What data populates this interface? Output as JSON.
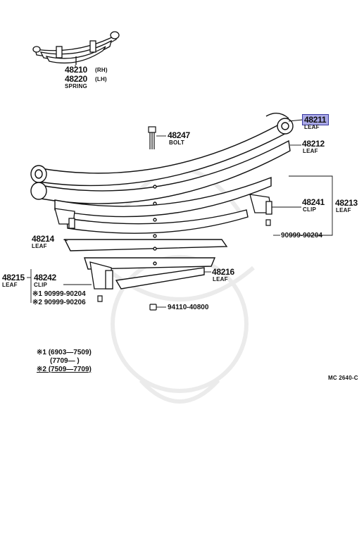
{
  "parts": {
    "spring_rh": "48210",
    "spring_rh_side": "(RH)",
    "spring_lh": "48220",
    "spring_lh_side": "(LH)",
    "spring_name": "SPRING",
    "leaf_48211": "48211",
    "leaf_48211_name": "LEAF",
    "bolt_48247": "48247",
    "bolt_name": "BOLT",
    "leaf_48212": "48212",
    "leaf_48212_name": "LEAF",
    "clip_48241": "48241",
    "clip_48241_name": "CLIP",
    "leaf_48213": "48213",
    "leaf_48213_name": "LEAF",
    "bolt_90999_90204": "90999-90204",
    "leaf_48214": "48214",
    "leaf_48214_name": "LEAF",
    "leaf_48215": "48215",
    "leaf_48215_name": "LEAF",
    "clip_48242": "48242",
    "clip_48242_name": "CLIP",
    "note1_part": "※1 90999-90204",
    "note2_part": "※2 90999-90206",
    "leaf_48216": "48216",
    "leaf_48216_name": "LEAF",
    "nut_94110": "94110-40800"
  },
  "notes": {
    "n1": "※1 (6903—7509)",
    "n1b": "(7709—        )",
    "n2": "※2 (7509—7709)"
  },
  "diagram_code": "MC 2640-C",
  "colors": {
    "highlight": "#a9a8e6",
    "highlight_border": "#3a3aa0",
    "ink": "#111111"
  }
}
